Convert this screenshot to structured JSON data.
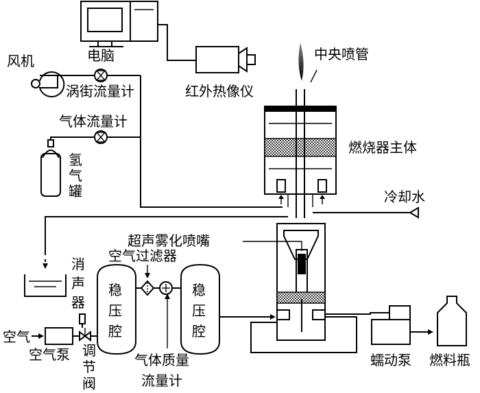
{
  "labels": {
    "computer": "电脑",
    "fan": "风机",
    "vortex_flowmeter": "涡街流量计",
    "gas_flowmeter": "气体流量计",
    "hydrogen_tank": [
      "氢",
      "气",
      "罐"
    ],
    "ir_camera": "红外热像仪",
    "central_nozzle": "中央喷管",
    "burner_body": "燃烧器主体",
    "cooling_water": "冷却水",
    "ultrasonic_nozzle": "超声雾化喷嘴",
    "air_filter": "空气过滤器",
    "muffler": [
      "消",
      "声",
      "器"
    ],
    "regulator_tank_1": [
      "稳",
      "压",
      "腔"
    ],
    "regulator_tank_2": [
      "稳",
      "压",
      "腔"
    ],
    "air": "空气",
    "air_pump": "空气泵",
    "regulating_valve": [
      "调",
      "节",
      "阀"
    ],
    "mass_flowmeter_line1": "气体质量",
    "mass_flowmeter_line2": "流量计",
    "peristaltic_pump": "蠕动泵",
    "fuel_bottle": "燃料瓶"
  }
}
